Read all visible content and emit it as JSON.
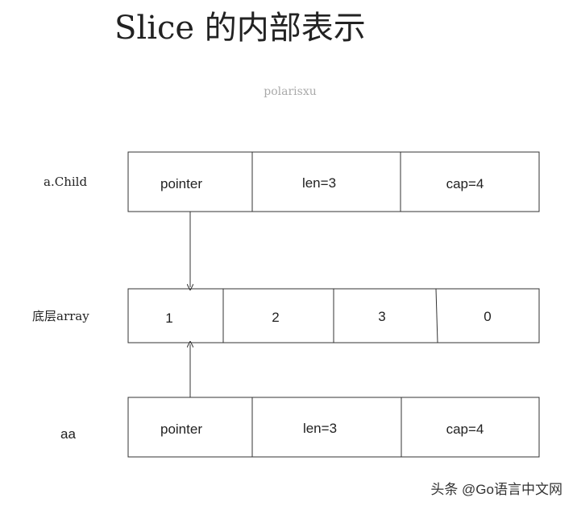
{
  "title": "Slice 的内部表示",
  "watermark_top": "polarisxu",
  "rows": {
    "top": {
      "label": "a.Child",
      "cells": [
        "pointer",
        "len=3",
        "cap=4"
      ]
    },
    "middle": {
      "label": "底层array",
      "cells": [
        "1",
        "2",
        "3",
        "0"
      ]
    },
    "bottom": {
      "label": "aa",
      "cells": [
        "pointer",
        "len=3",
        "cap=4"
      ]
    }
  },
  "footer_watermark": "头条 @Go语言中文网",
  "colors": {
    "line": "#333333",
    "text": "#222222",
    "watermark": "#aaaaaa"
  }
}
